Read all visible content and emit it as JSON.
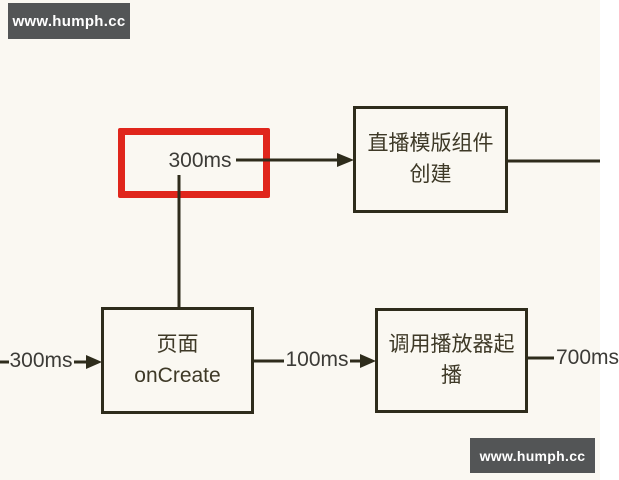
{
  "watermarks": {
    "top_left": "www.humph.cc",
    "bottom_right": "www.humph.cc"
  },
  "colors": {
    "background": "#faf8f2",
    "line_and_border": "#2e2c1c",
    "box_text": "#3e3927",
    "label_text": "#3c3b37",
    "highlight_red": "#e0261c",
    "watermark_bg": "#535556",
    "watermark_text": "#ffffff"
  },
  "diagram": {
    "highlight_box": {
      "label": "300ms"
    },
    "nodes": [
      {
        "id": "live-template-component",
        "line1": "直播模版组件",
        "line2": "创建"
      },
      {
        "id": "page-oncreate",
        "line1": "页面",
        "line2": "onCreate"
      },
      {
        "id": "call-player-start",
        "line1": "调用播放器起",
        "line2": "播"
      }
    ],
    "edge_labels": {
      "incoming_left": "300ms",
      "page_to_player": "100ms",
      "player_outgoing": "700ms"
    }
  }
}
